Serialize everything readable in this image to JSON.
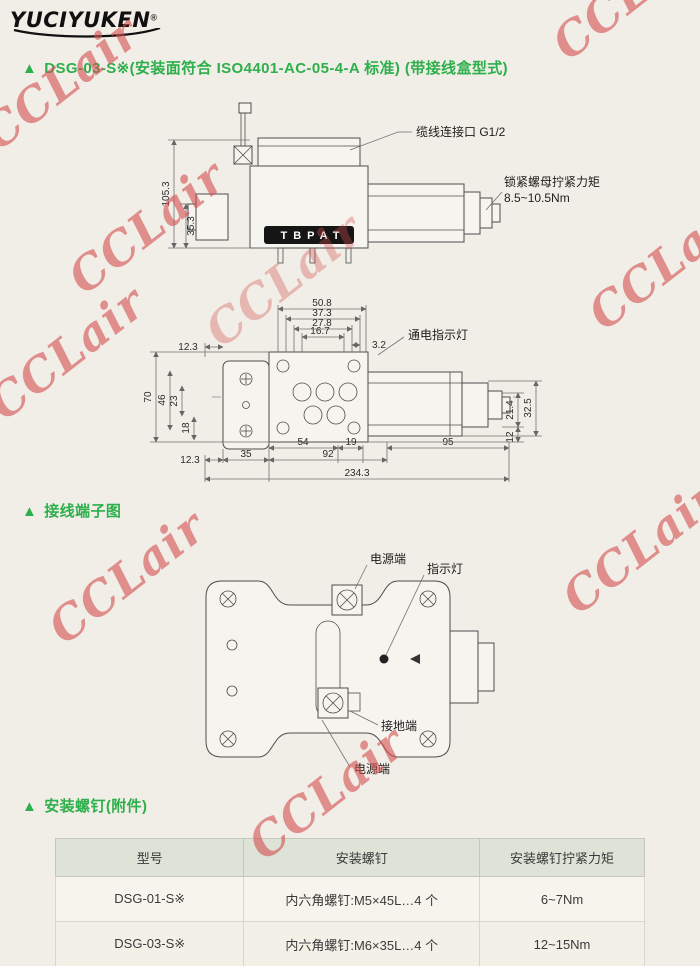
{
  "page": {
    "watermark": "CCLair",
    "bg": "#f1eee7",
    "accent": "#2daf4b"
  },
  "logo": {
    "brand": "YUCIYUKEN",
    "reg": "®"
  },
  "sections": [
    {
      "marker": "▲",
      "title": "DSG-03-S※(安装面符合 ISO4401-AC-05-4-A 标准) (带接线盒型式)"
    },
    {
      "marker": "▲",
      "title": "接线端子图"
    },
    {
      "marker": "▲",
      "title": "安装螺钉(附件)"
    }
  ],
  "side_view": {
    "plate_text": "TBPAT",
    "callouts": {
      "cable_port": "缆线连接口 G1/2",
      "lock_nut_line1": "锁紧螺母拧紧力矩",
      "lock_nut_line2": "8.5~10.5Nm"
    },
    "dims": {
      "total_height": "105.3",
      "sub_height": "35.3"
    }
  },
  "plan_view": {
    "callouts": {
      "power_indicator": "通电指示灯"
    },
    "dims": {
      "top1": "50.8",
      "top2": "37.3",
      "top3": "27.8",
      "top4": "16.7",
      "top5": "3.2",
      "left_offset": "12.3",
      "left1": "70",
      "left2": "46",
      "left3": "23",
      "left4": "18",
      "bottom1": "12.3",
      "bottom2": "35",
      "bottom3": "54",
      "bottom4": "92",
      "bottom5": "19",
      "bottom6": "95",
      "bottom_total": "234.3",
      "right1": "21.4",
      "right2": "32.5",
      "right3": "12"
    }
  },
  "terminal_view": {
    "labels": {
      "power_top": "电源端",
      "indicator": "指示灯",
      "ground": "接地端",
      "power_bottom": "电源端"
    }
  },
  "screw_table": {
    "headers": [
      "型号",
      "安装螺钉",
      "安装螺钉拧紧力矩"
    ],
    "rows": [
      {
        "model": "DSG-01-S※",
        "screw": "内六角螺钉:M5×45L…4 个",
        "torque": "6~7Nm"
      },
      {
        "model": "DSG-03-S※",
        "screw": "内六角螺钉:M6×35L…4 个",
        "torque": "12~15Nm"
      }
    ]
  }
}
